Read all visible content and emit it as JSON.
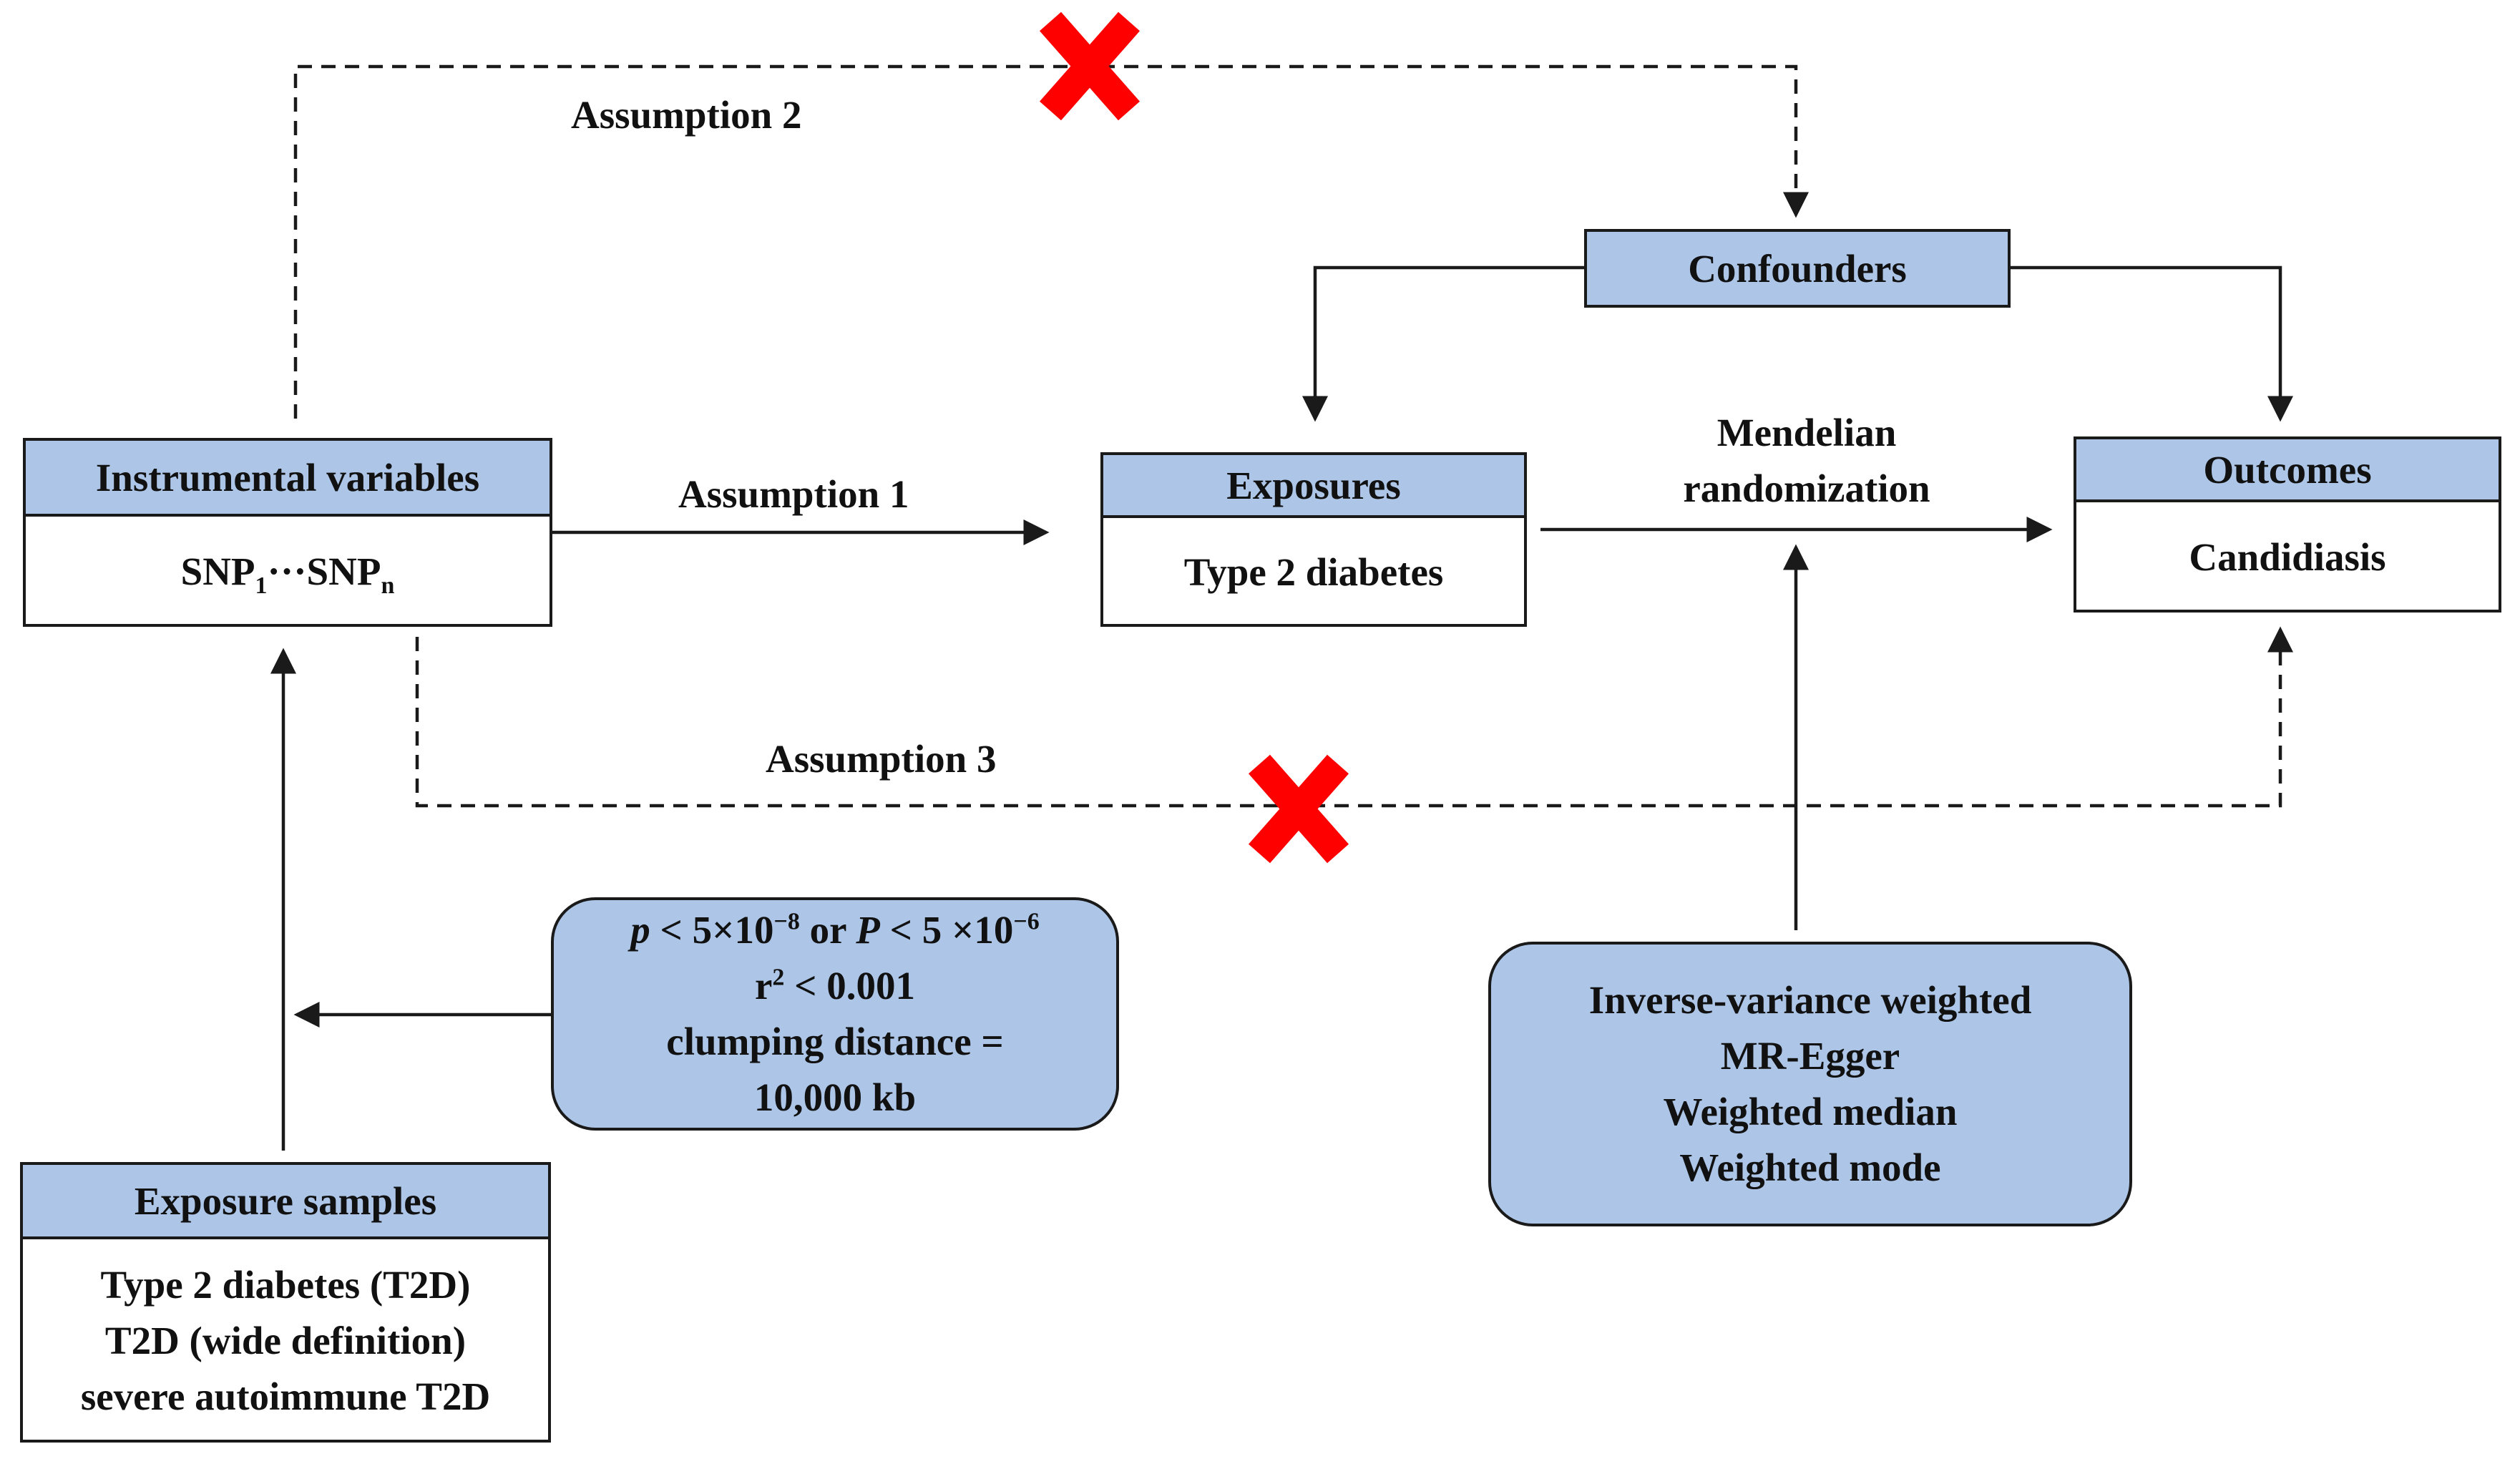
{
  "instrumental": {
    "header": "Instrumental variables",
    "snp": "SNP",
    "snp_sub_first": "1",
    "snp_dots": "···",
    "snp_sub_last": "n"
  },
  "exposures": {
    "header": "Exposures",
    "body": "Type 2 diabetes"
  },
  "outcomes": {
    "header": "Outcomes",
    "body": "Candidiasis"
  },
  "confounders": {
    "header": "Confounders"
  },
  "exposure_samples": {
    "header": "Exposure samples",
    "lines": [
      "Type 2 diabetes (T2D)",
      "T2D (wide definition)",
      "severe autoimmune T2D"
    ]
  },
  "assumptions": {
    "a1": "Assumption 1",
    "a2": "Assumption 2",
    "a3": "Assumption 3"
  },
  "mr_label": {
    "line1": "Mendelian",
    "line2": "randomization"
  },
  "criteria": {
    "p_lower": "p",
    "lt1": " < 5×10",
    "exp1": "−8",
    "or": " or ",
    "p_upper": "P",
    "lt2": " < 5 ×10",
    "exp2": "−6",
    "r": "r",
    "r_exp": "2",
    "r_rest": " < 0.001",
    "clump1": "clumping distance =",
    "clump2": "10,000 kb"
  },
  "methods": [
    "Inverse-variance weighted",
    "MR-Egger",
    "Weighted median",
    "Weighted mode"
  ],
  "colors": {
    "header_fill": "#adc6e8",
    "cross": "#ff0000",
    "line": "#1a1a1a"
  }
}
